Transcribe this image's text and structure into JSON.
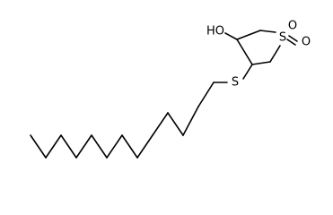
{
  "molecule": {
    "atoms": {
      "hydroxyl": "HO",
      "thioether_sulfur": "S",
      "sulfone_sulfur": "S",
      "oxo_1": "O",
      "oxo_2": "O"
    }
  }
}
